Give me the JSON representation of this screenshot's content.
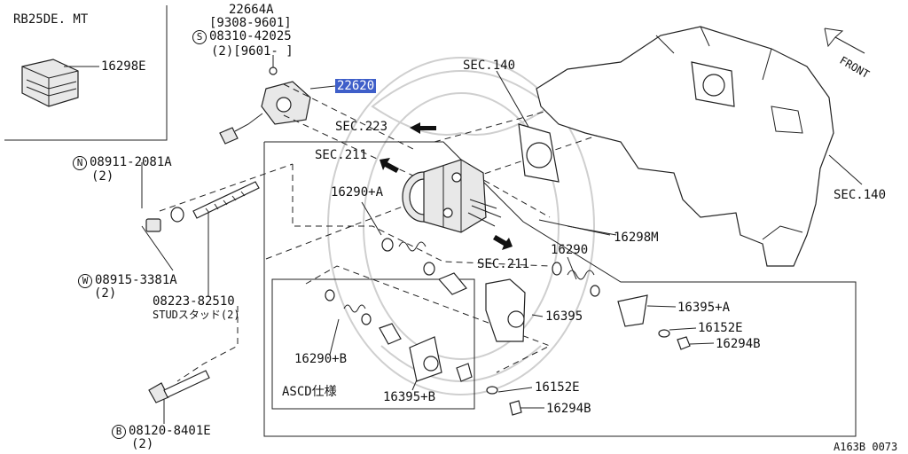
{
  "labels": {
    "model": "RB25DE. MT",
    "p16298e_inset": "16298E",
    "p22664a": "22664A",
    "date_range": "[9308-9601]",
    "bolt_s": "08310-42025",
    "qty_range": "(2)[9601-    ]",
    "p22620": "22620",
    "nut_n": "08911-2081A",
    "nut_n_qty": "(2)",
    "washer_w": "08915-3381A",
    "washer_w_qty": "(2)",
    "stud": "08223-82510",
    "stud_desc": "STUDスタッド(2)",
    "bolt_b": "08120-8401E",
    "bolt_b_qty": "(2)",
    "sec140_top": "SEC.140",
    "sec140_right": "SEC.140",
    "sec223": "SEC.223",
    "sec211_top": "SEC.211",
    "sec211_mid": "SEC.211",
    "p16290a": "16290+A",
    "p16290": "16290",
    "p16298m": "16298M",
    "p16395": "16395",
    "p16395a": "16395+A",
    "p16152e_r": "16152E",
    "p16294b_r": "16294B",
    "p16290b": "16290+B",
    "ascd": "ASCD仕様",
    "p16395b": "16395+B",
    "p16152e_b": "16152E",
    "p16294b_b": "16294B",
    "front": "FRONT",
    "ref": "A163B 0073",
    "circle_s": "S",
    "circle_n": "N",
    "circle_w": "W",
    "circle_b": "B"
  },
  "highlight_color": "#3f5fc9"
}
